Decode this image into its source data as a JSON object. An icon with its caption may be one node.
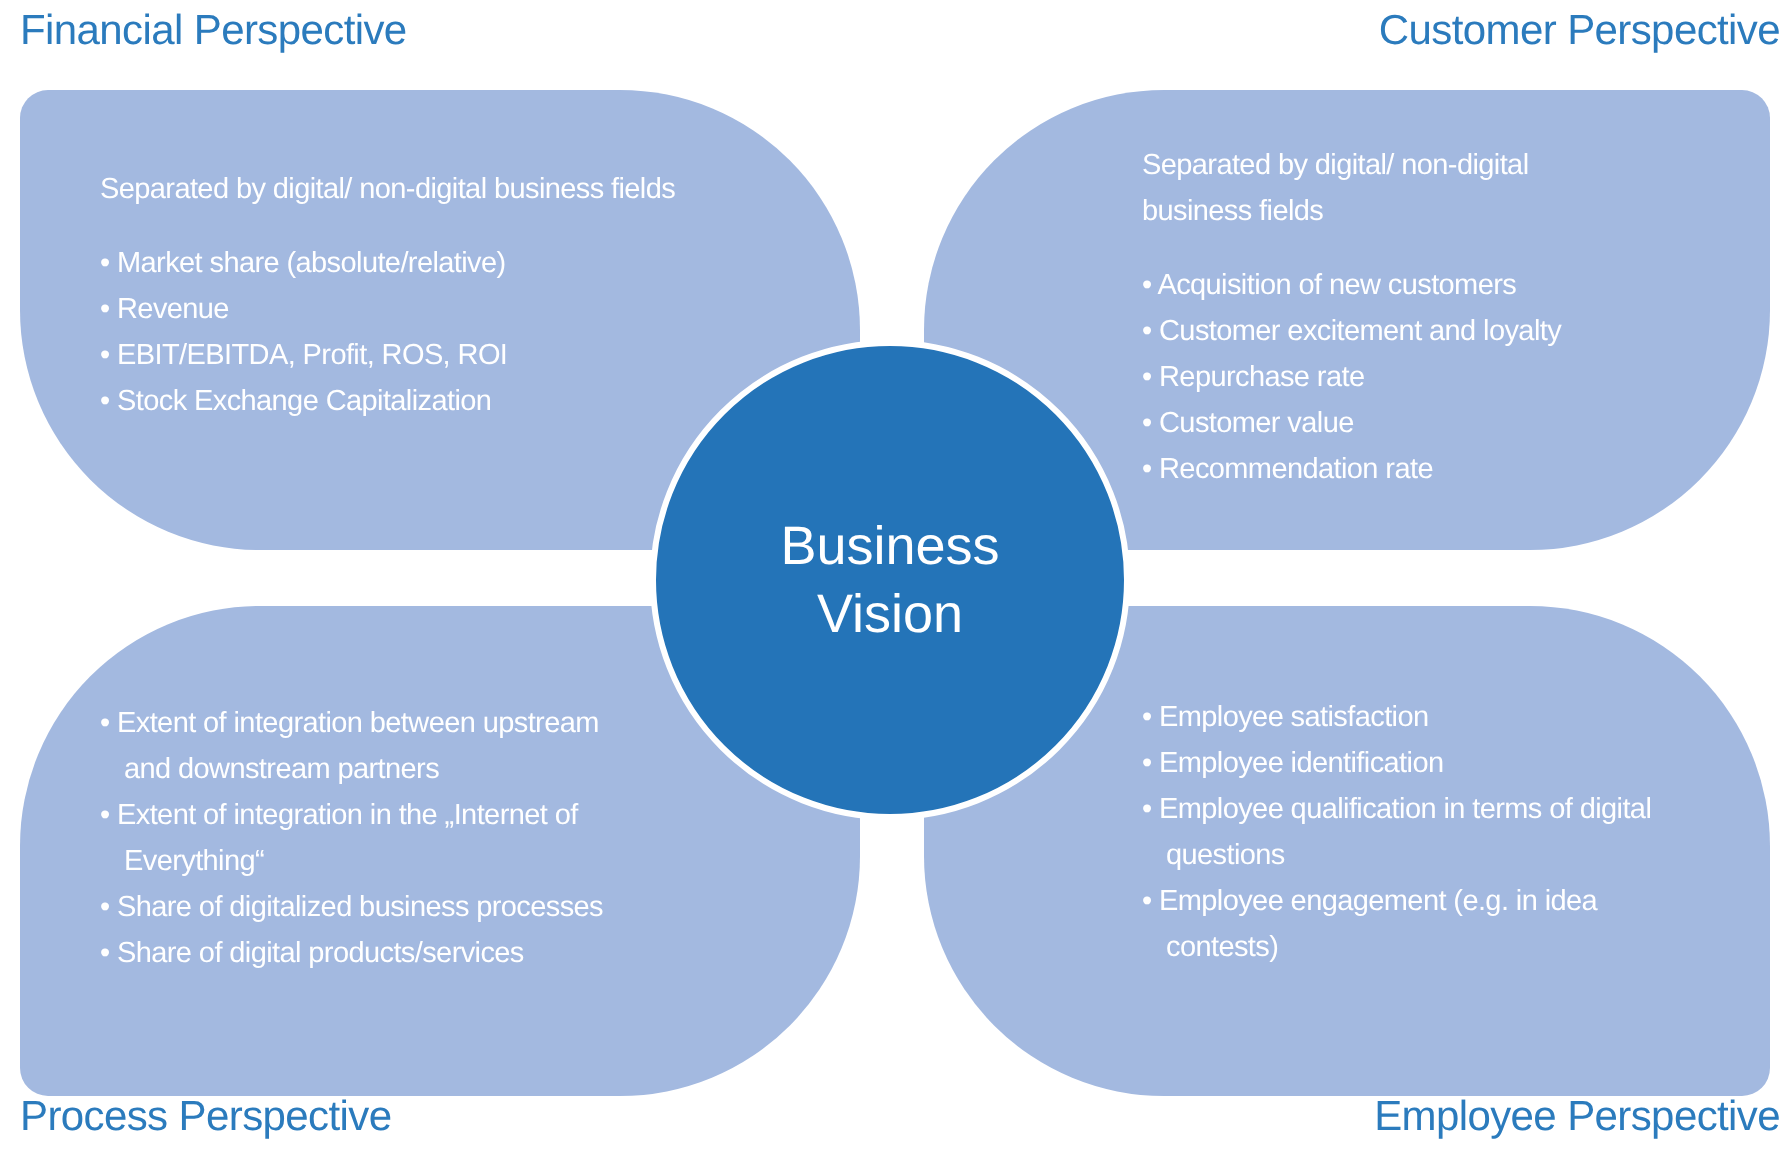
{
  "diagram": {
    "nodes": [
      {
        "text": [
          "Financial Perspective",
          "Separated by digital/ non-digital business fields",
          "• Market share (absolute/relative)",
          "• Revenue",
          "• EBIT/EBITDA, Profit, ROS, ROI",
          "• Stock Exchange Capitalization"
        ]
      },
      {
        "text": [
          "Customer Perspective",
          "Separated by digital/ non-digital business fields",
          "• Acquisition of new customers",
          "• Customer excitement and loyalty",
          "• Repurchase rate",
          "• Customer value",
          "• Recommendation rate"
        ]
      },
      {
        "text": [
          "• Extent of integration between upstream and downstream partners",
          "• Extent of integration in the „Internet of Everything“",
          "• Share of digitalized business processes",
          "• Share of digital products/services",
          "Process Perspective"
        ]
      },
      {
        "text": [
          "• Employee satisfaction",
          "• Employee identification",
          "• Employee qualification in terms of digital questions",
          "• Employee engagement (e.g. in idea contests)",
          "Employee Perspective"
        ]
      },
      {
        "text": [
          "Business Vision"
        ]
      }
    ],
    "edges": []
  }
}
